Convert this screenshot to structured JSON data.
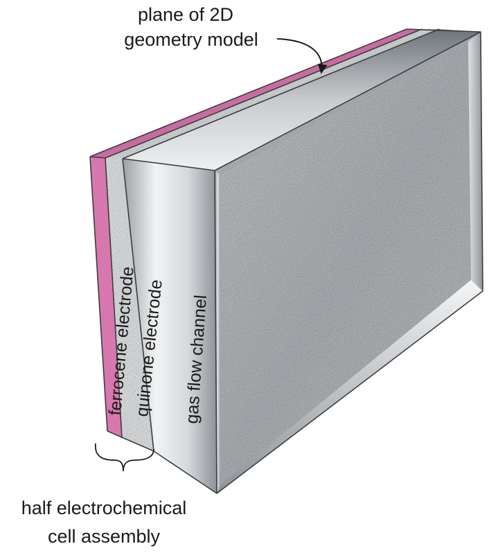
{
  "annotation": {
    "line1": "plane of 2D",
    "line2": "geometry model"
  },
  "layers": {
    "ferrocene": "ferrocene electrode",
    "quinone": "quinone electrode",
    "gas_channel": "gas flow channel"
  },
  "assembly": {
    "line1": "half electrochemical",
    "line2": "cell assembly"
  },
  "colors": {
    "ferrocene_layer": "#d77bb0",
    "quinone_layer": "#e6e8ea",
    "porous_face": "#b9bdc1",
    "metal_frame": "#c9ccd0"
  }
}
